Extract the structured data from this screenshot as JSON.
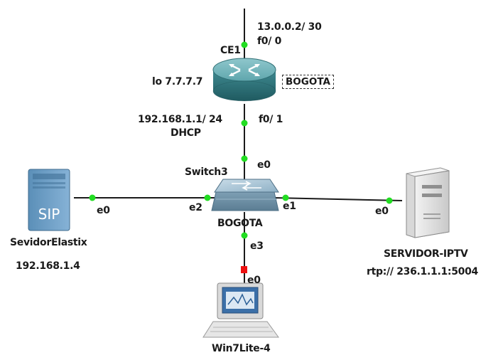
{
  "router": {
    "name": "CE1",
    "loopback": "lo 7.7.7.7",
    "group_label": "BOGOTA",
    "uplink_ip": "13.0.0.2/ 30",
    "uplink_if": "f0/ 0",
    "lan_ip": "192.168.1.1/ 24",
    "lan_mode": "DHCP",
    "lan_if": "f0/ 1"
  },
  "switch": {
    "name": "Switch3",
    "label": "BOGOTA",
    "port_up": "e0",
    "port_left": "e2",
    "port_right": "e1",
    "port_down": "e3"
  },
  "sip_server": {
    "name": "SevidorElastix",
    "ip": "192.168.1.4",
    "port": "e0",
    "icon_text": "SIP"
  },
  "iptv_server": {
    "name": "SERVIDOR-IPTV",
    "stream": "rtp:// 236.1.1.1:5004",
    "port": "e0"
  },
  "host": {
    "name": "Win7Lite-4",
    "port": "e0"
  },
  "colors": {
    "link_up": "#22dd22",
    "link_down": "#ee1111",
    "line": "#1a1a1a"
  }
}
